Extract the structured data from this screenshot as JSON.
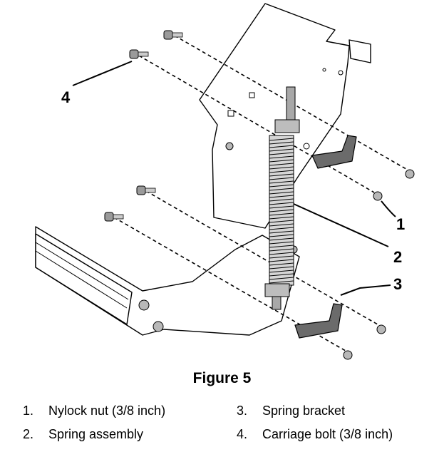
{
  "figure": {
    "caption": "Figure 5",
    "callouts": [
      {
        "id": "callout-1",
        "label": "1"
      },
      {
        "id": "callout-2",
        "label": "2"
      },
      {
        "id": "callout-3",
        "label": "3"
      },
      {
        "id": "callout-4",
        "label": "4"
      }
    ],
    "legend": [
      {
        "number": "1.",
        "text": "Nylock nut (3/8 inch)"
      },
      {
        "number": "2.",
        "text": "Spring assembly"
      },
      {
        "number": "3.",
        "text": "Spring bracket"
      },
      {
        "number": "4.",
        "text": "Carriage bolt (3/8 inch)"
      }
    ]
  }
}
